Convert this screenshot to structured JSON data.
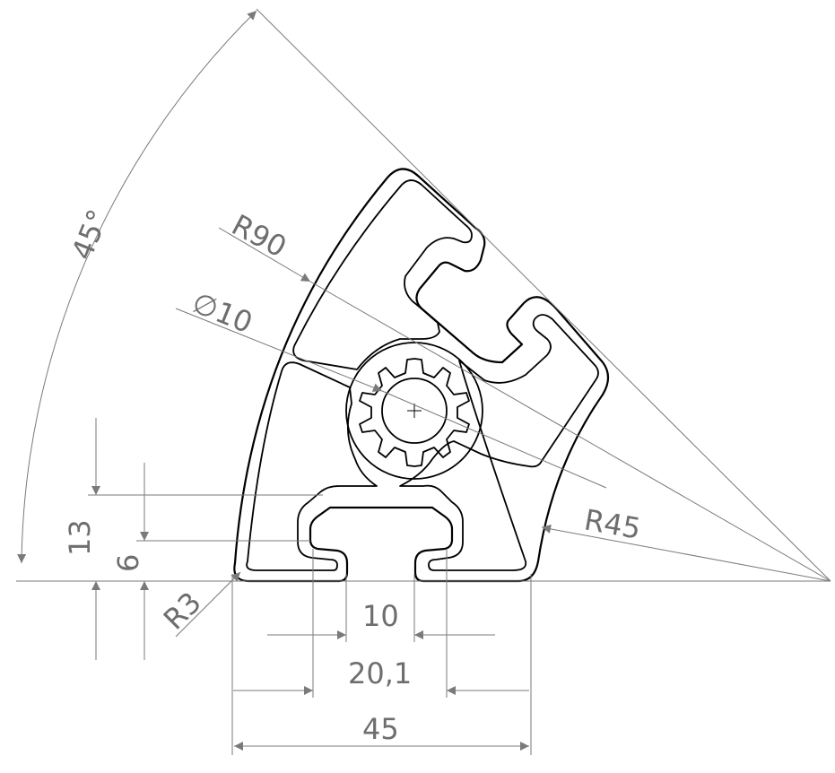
{
  "dimensions": {
    "angle": "45°",
    "outer_radius": "R90",
    "bore": "∅10",
    "inner_radius": "R45",
    "height_total": "13",
    "height_slot": "6",
    "corner_radius": "R3",
    "slot_opening": "10",
    "slot_width": "20,1",
    "base_width": "45"
  },
  "colors": {
    "outline": "#000000",
    "dimension": "#7a7a7a",
    "text": "#6e6e6e"
  }
}
